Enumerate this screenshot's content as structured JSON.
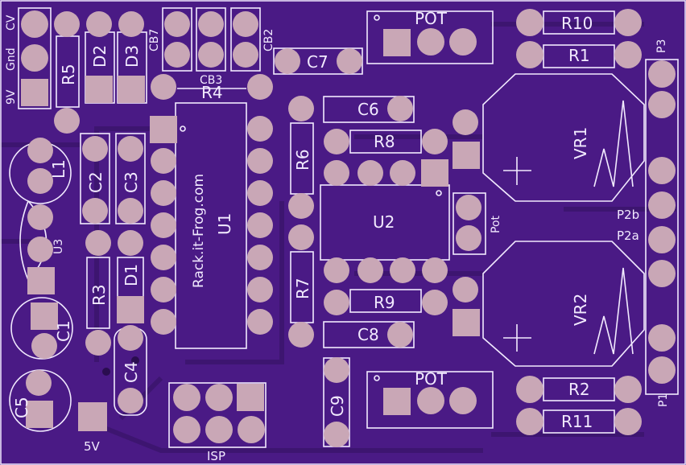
{
  "board": {
    "background": "#4a1a85",
    "trace_color": "#3d1570",
    "pad_color": "#c9a7b6",
    "silk_color": "#f2eaff",
    "hole_color": "#2a0d4f"
  },
  "labels": {
    "cv": "CV",
    "gnd": "Gnd",
    "v9": "9V",
    "r5": "R5",
    "d2": "D2",
    "d3": "D3",
    "cb7": "CB7",
    "cb3": "CB3",
    "cb2": "CB2",
    "c7": "C7",
    "pot_top": "POT",
    "r10": "R10",
    "r1": "R1",
    "p3": "P3",
    "r4": "R4",
    "c6": "C6",
    "l1": "L1",
    "c2": "C2",
    "c3": "C3",
    "brand": "Rack.it-Frog.com",
    "u1": "U1",
    "r6": "R6",
    "r8": "R8",
    "vr1": "VR1",
    "u3": "U3",
    "u2": "U2",
    "pot_small": "Pot",
    "p2b": "P2b",
    "p2a": "P2a",
    "r3": "R3",
    "d1": "D1",
    "r7": "R7",
    "r9": "R9",
    "vr2": "VR2",
    "c1": "C1",
    "c8": "C8",
    "c4": "C4",
    "c5": "C5",
    "pot_bottom": "POT",
    "r2": "R2",
    "c9": "C9",
    "r11": "R11",
    "p1": "P1",
    "v5": "5V",
    "isp": "ISP"
  }
}
